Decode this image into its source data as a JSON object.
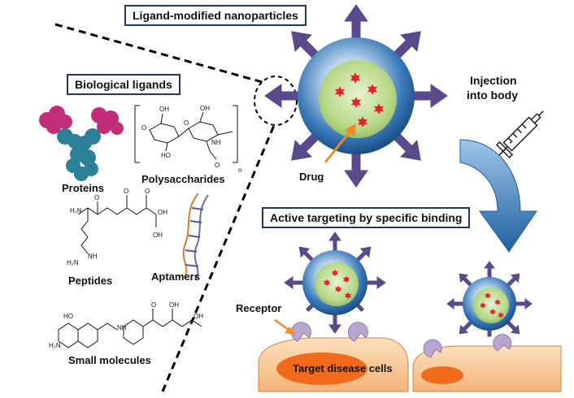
{
  "titles": {
    "main": "Ligand-modified nanoparticles",
    "biological": "Biological ligands",
    "targeting": "Active targeting by specific binding"
  },
  "ligands": {
    "proteins": "Proteins",
    "polysaccharides": "Polysaccharides",
    "peptides": "Peptides",
    "aptamers": "Aptamers",
    "small_molecules": "Small molecules",
    "subscript_n": "n"
  },
  "labels": {
    "drug": "Drug",
    "injection_line1": "Injection",
    "injection_line2": "into body",
    "receptor": "Receptor",
    "target_cells": "Target disease cells"
  },
  "chem": {
    "oh": "OH",
    "o": "O",
    "ho": "HO",
    "h": "H",
    "n": "N",
    "nh": "NH",
    "h2n": "H₂N",
    "oh2": "OH"
  },
  "colors": {
    "arrow_purple": "#5b4a8b",
    "shell_blue": "#1f5f9e",
    "core_green": "#b9d98a",
    "drug_red": "#e8202a",
    "cell_orange": "#f6c18c",
    "nucleus": "#f26a1b",
    "receptor": "#b9a6cf",
    "flow_arrow": "#1f6cb3"
  }
}
